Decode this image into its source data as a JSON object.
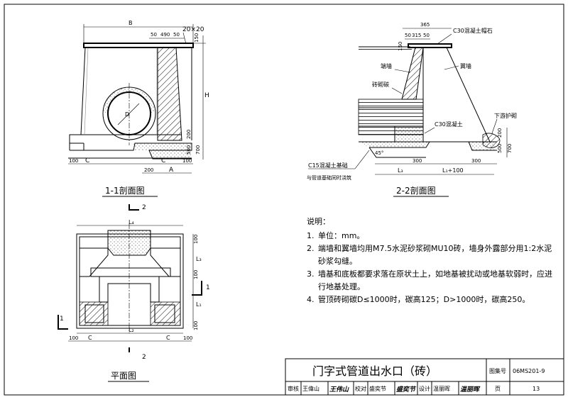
{
  "section_1_1": {
    "title": "1-1剖面图",
    "dims": {
      "B": "B",
      "top_50": "50",
      "top_490": "490",
      "top_50b": "50",
      "cap": "20×20",
      "H": "H",
      "top_right_150": "150",
      "r200": "200",
      "r500": "500",
      "r700": "700",
      "d100_left": "100",
      "C_left": "C",
      "C_right": "C",
      "d100_right": "100",
      "b200": "200",
      "A": "A"
    },
    "pipe_label": "D"
  },
  "section_2_2": {
    "title": "2-2剖面图",
    "dims": {
      "d365": "365",
      "d50": "50",
      "d315": "315",
      "d50b": "50",
      "d150": "150",
      "d200": "200",
      "d500": "500",
      "d700": "700",
      "d300a": "300",
      "d300b": "300",
      "L3": "L₃",
      "L1": "L₁+100",
      "d45": "45°"
    },
    "labels": {
      "cap_stone": "C30混凝土帽石",
      "end_wall": "端墙",
      "wing_wall": "翼墙",
      "brick_arch": "砖砌碳",
      "c30": "C30混凝土",
      "downstream": "下游护砌",
      "c15_base": "C15混凝土基础",
      "c15_note": "与管道基础同时浇筑"
    }
  },
  "plan": {
    "title": "平面图",
    "markers": {
      "m2_top": "2",
      "m2_bottom": "2",
      "m1_left": "1",
      "m1_right": "1"
    },
    "dims": {
      "L4": "L₄",
      "L3": "L₃",
      "L1": "L₁",
      "L2": "L₂",
      "d100a": "100",
      "d100b": "100",
      "d100c": "100",
      "d100d": "100",
      "d100e": "100",
      "C1": "C",
      "C2": "C"
    }
  },
  "notes": {
    "heading": "说明：",
    "items": [
      {
        "n": "1.",
        "text": "单位：mm。"
      },
      {
        "n": "2.",
        "text": "端墙和翼墙均用M7.5水泥砂浆砌MU10砖，墙身外露部分用1:2水泥砂浆勾缝。"
      },
      {
        "n": "3.",
        "text": "墙基和底板都要求落在原状土上，如地基被扰动或地基软弱时，应进行地基处理。"
      },
      {
        "n": "4.",
        "text": "管顶砖砌碳D≤1000时，碳高125；D>1000时，碳高250。"
      }
    ]
  },
  "title_block": {
    "title": "门字式管道出水口（砖）",
    "atlas_label": "图集号",
    "atlas_no": "06MS201-9",
    "reviewer_label": "审核",
    "reviewer": "王偉山",
    "reviewer_sig": "王伟山",
    "checker_label": "校对",
    "checker": "盛奕节",
    "checker_sig": "盛奕节",
    "designer_label": "设计",
    "designer": "温丽晖",
    "designer_sig": "温丽晖",
    "page_label": "页",
    "page_no": "13"
  }
}
